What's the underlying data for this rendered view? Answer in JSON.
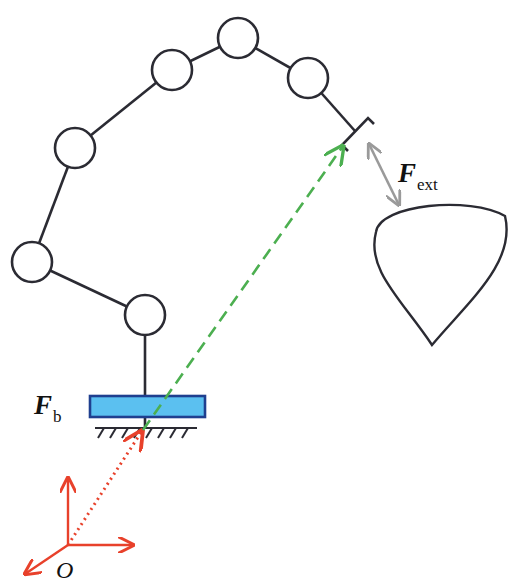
{
  "diagram": {
    "labels": [
      "F",
      "b",
      "F",
      "ext",
      "O"
    ]
  }
}
